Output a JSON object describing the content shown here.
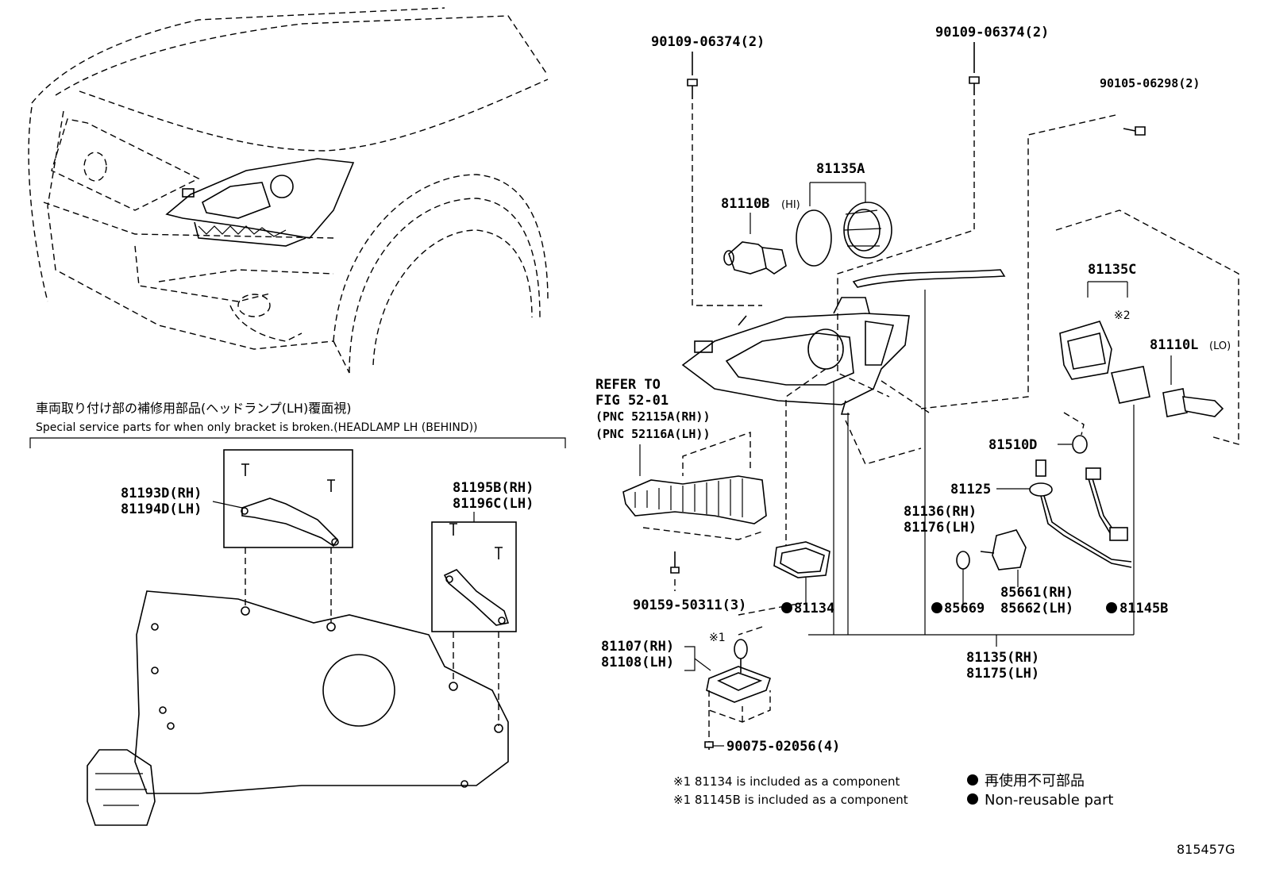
{
  "labels": {
    "bolt_a": "90109-06374(2)",
    "bolt_b": "90109-06374(2)",
    "screw_c": "90105-06298(2)",
    "socket_ring": "81135A",
    "bulb_hi": "81110B",
    "bulb_hi_tag": "(HI)",
    "cover_c": "81135C",
    "cover_c_note": "※2",
    "bulb_lo": "81110L",
    "bulb_lo_tag": "(LO)",
    "refer_1": "REFER TO",
    "refer_2": "FIG 52-01",
    "refer_3": "(PNC 52115A(RH))",
    "refer_4": "(PNC 52116A(LH))",
    "bulb_d": "81510D",
    "wire": "81125",
    "seal_rh": "81136(RH)",
    "seal_lh": "81176(LH)",
    "screw_d": "90159-50311(3)",
    "gasket": "81134",
    "o_ring": "85669",
    "bulb_rh": "85661(RH)",
    "bulb_lh": "85662(LH)",
    "gasket_b": "81145B",
    "comp_rh": "81107(RH)",
    "comp_lh": "81108(LH)",
    "comp_note": "※1",
    "screw_e": "90075-02056(4)",
    "assy_rh": "81135(RH)",
    "assy_lh": "81175(LH)",
    "bracket_a_rh": "81193D(RH)",
    "bracket_a_lh": "81194D(LH)",
    "bracket_b_rh": "81195B(RH)",
    "bracket_b_lh": "81196C(LH)"
  },
  "inset": {
    "title_jp": "車両取り付け部の補修用部品(ヘッドランプ(LH)覆面視)",
    "title_en": "Special service parts for when only bracket is broken.(HEADLAMP LH (BEHIND))"
  },
  "notes": {
    "note_1": "※1 81134 is included as a component",
    "note_2": "※1 81145B is included as a component"
  },
  "legend": {
    "jp": "再使用不可部品",
    "en": "Non-reusable part"
  },
  "figure_id": "815457G"
}
